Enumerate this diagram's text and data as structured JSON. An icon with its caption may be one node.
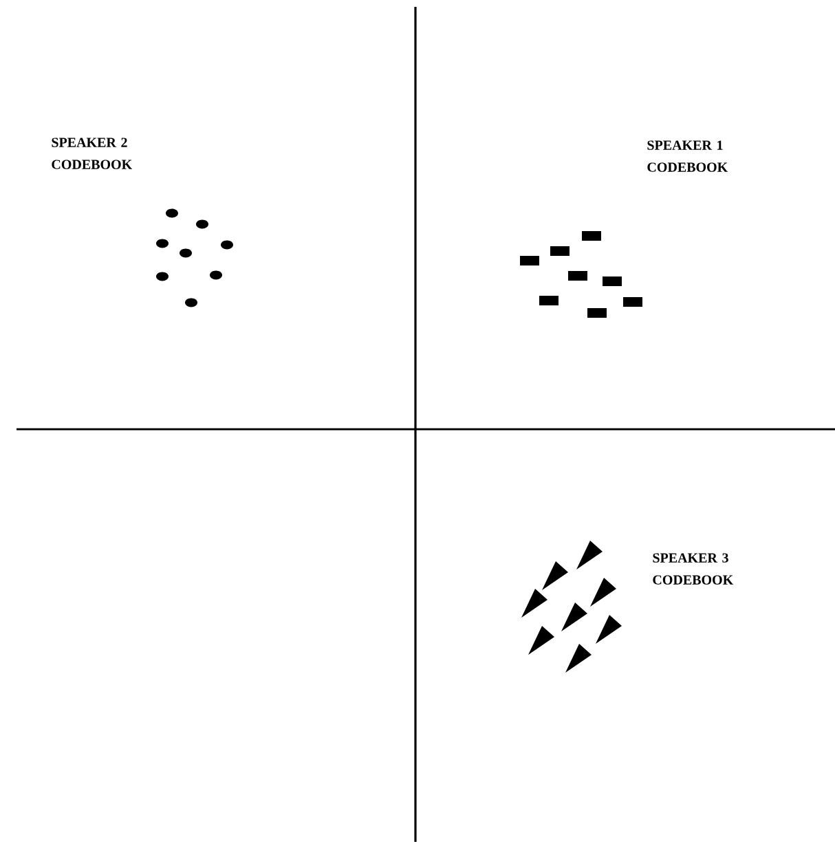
{
  "diagram": {
    "labels": [
      "SPEAKER 2 CODEBOOK",
      "SPEAKER 1 CODEBOOK",
      "SPEAKER 3 CODEBOOK"
    ]
  }
}
